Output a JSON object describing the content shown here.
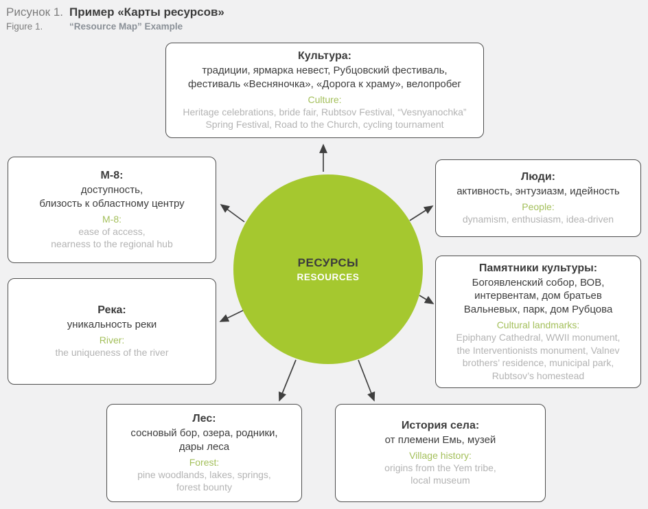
{
  "figure": {
    "label_ru": "Рисунок 1.",
    "title_ru": "Пример «Карты ресурсов»",
    "label_en": "Figure 1.",
    "title_en": "“Resource Map” Example"
  },
  "center": {
    "title_ru": "РЕСУРСЫ",
    "title_en": "RESOURCES"
  },
  "nodes": {
    "culture": {
      "title_ru": "Культура:",
      "body_ru": "традиции, ярмарка невест, Рубцовский фестиваль,\nфестиваль «Весняночка», «Дорога к храму», велопробег",
      "title_en": "Culture:",
      "body_en": "Heritage celebrations, bride fair, Rubtsov Festival, “Vesnyanochka”\nSpring Festival, Road to the Church, cycling tournament"
    },
    "m8": {
      "title_ru": "М-8:",
      "body_ru": "доступность,\nблизость к областному центру",
      "title_en": "M-8:",
      "body_en": "ease of access,\nnearness to the regional hub"
    },
    "people": {
      "title_ru": "Люди:",
      "body_ru": "активность, энтузиазм, идейность",
      "title_en": "People:",
      "body_en": "dynamism, enthusiasm, idea-driven"
    },
    "landmarks": {
      "title_ru": "Памятники культуры:",
      "body_ru": "Богоявленский собор, ВОВ,\nинтервентам, дом братьев\nВальневых, парк, дом Рубцова",
      "title_en": "Cultural landmarks:",
      "body_en": "Epiphany Cathedral, WWII monument,\nthe Interventionists monument, Valnev\nbrothers’ residence, municipal park,\nRubtsov’s homestead"
    },
    "river": {
      "title_ru": "Река:",
      "body_ru": "уникальность реки",
      "title_en": "River:",
      "body_en": "the uniqueness of the river"
    },
    "forest": {
      "title_ru": "Лес:",
      "body_ru": "сосновый бор, озера, родники,\nдары леса",
      "title_en": "Forest:",
      "body_en": "pine woodlands, lakes, springs,\nforest bounty"
    },
    "history": {
      "title_ru": "История села:",
      "body_ru": "от племени Емь, музей",
      "title_en": "Village history:",
      "body_en": "origins from the Yem tribe,\nlocal museum"
    }
  },
  "colors": {
    "background": "#f1f1f2",
    "circle": "#a5c82f",
    "accent_green": "#a3bf5a",
    "muted_gray": "#b3b3b3",
    "text_dark": "#3c3c3c",
    "label_gray": "#7d7d7d",
    "caption_en": "#8a9097",
    "border": "#4d4d4d",
    "arrow": "#3f3f3f"
  }
}
